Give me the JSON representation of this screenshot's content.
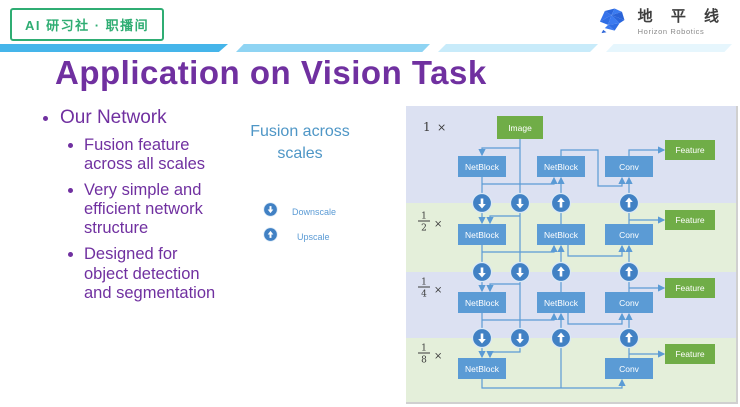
{
  "badge": {
    "label": "AI 研习社 · 职播间"
  },
  "logo": {
    "name_cn": "地 平 线",
    "name_en": "Horizon Robotics"
  },
  "title": "Application on Vision Task",
  "bullets": {
    "heading": "Our Network",
    "items": [
      "Fusion feature across all scales",
      "Very simple and efficient network structure",
      "Designed for object detection and segmentation"
    ]
  },
  "caption": "Fusion across scales",
  "legend": {
    "downscale": "Downscale",
    "upscale": "Upscale"
  },
  "diagram": {
    "box_labels": {
      "image": "Image",
      "netblock": "NetBlock",
      "conv": "Conv",
      "feature": "Feature"
    },
    "scales": [
      {
        "label": "1"
      },
      {
        "num": "1",
        "den": "2"
      },
      {
        "num": "1",
        "den": "4"
      },
      {
        "num": "1",
        "den": "8"
      }
    ],
    "times": "×"
  },
  "colors": {
    "title_purple": "#7030a0",
    "badge_green": "#2fad73",
    "stripe_blue": "#45b5ea",
    "caption_blue": "#4e96c6",
    "box_blue": "#5b9bd5",
    "box_green": "#70ad47",
    "circle_blue": "#4181c4",
    "row_lavender": "#dce1f2",
    "row_green": "#e4efda",
    "logo_blue": "#2e6ce6"
  }
}
